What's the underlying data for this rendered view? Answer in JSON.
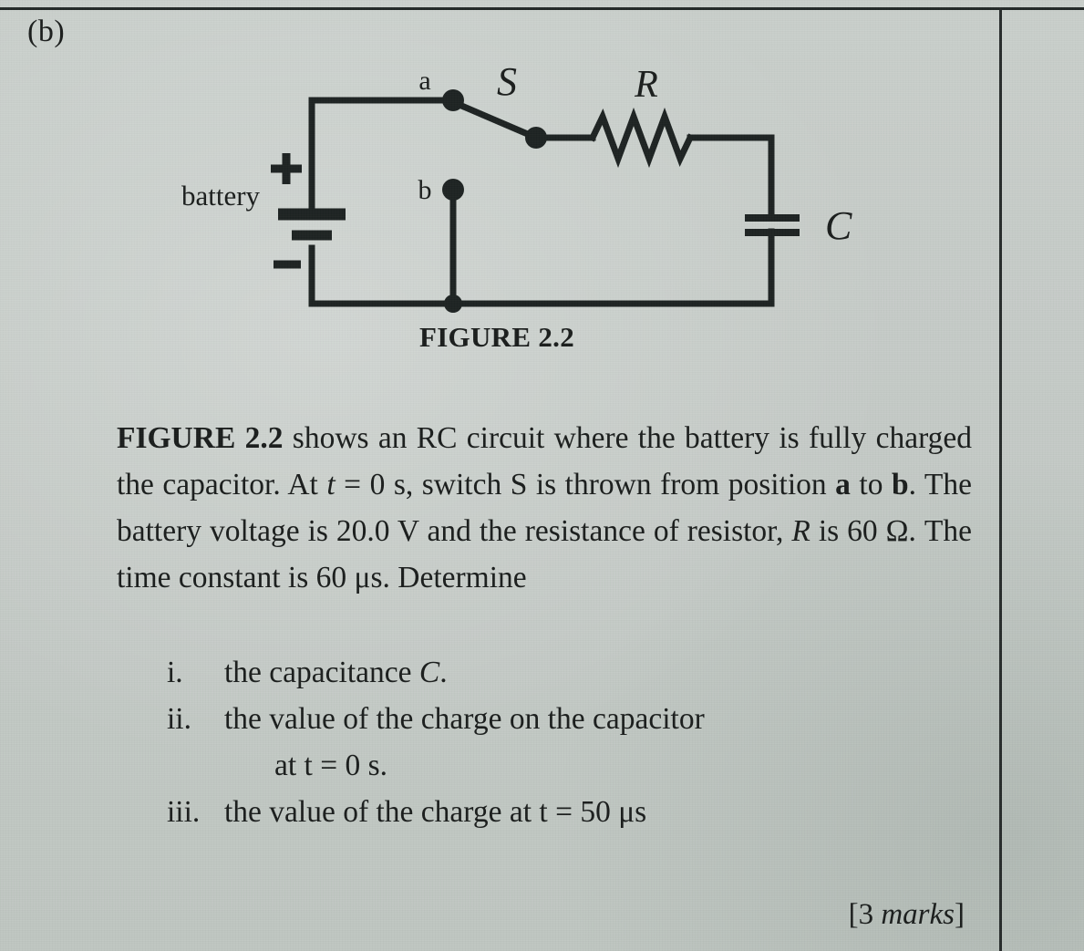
{
  "page": {
    "background_color": "#c6ccc8",
    "ink_color": "#1a1d1c",
    "part_label": "(b)"
  },
  "figure": {
    "caption": "FIGURE 2.2",
    "labels": {
      "battery": "battery",
      "plus": "+",
      "minus": "−",
      "node_a": "a",
      "node_b": "b",
      "switch": "S",
      "resistor": "R",
      "capacitor": "C"
    }
  },
  "question": {
    "paragraph_runs": [
      {
        "text": "FIGURE 2.2",
        "style": "bold"
      },
      {
        "text": " shows an RC circuit where the battery is fully charged the capacitor. At ",
        "style": "normal"
      },
      {
        "text": "t",
        "style": "italic"
      },
      {
        "text": " = 0 s, switch S is thrown from position ",
        "style": "normal"
      },
      {
        "text": "a",
        "style": "bold"
      },
      {
        "text": " to ",
        "style": "normal"
      },
      {
        "text": "b",
        "style": "bold"
      },
      {
        "text": ". The battery voltage is 20.0 V and the resistance of resistor, ",
        "style": "normal"
      },
      {
        "text": "R",
        "style": "italic"
      },
      {
        "text": " is 60 Ω. The time constant is 60 μs. Determine",
        "style": "normal"
      }
    ],
    "paragraph_plain": "FIGURE 2.2 shows an RC circuit where the battery is fully charged the capacitor. At t = 0 s, switch S is thrown from position a to b. The battery voltage is 20.0 V and the resistance of resistor, R is 60 Ω. The time constant is 60 μs. Determine",
    "items": [
      {
        "numeral": "i.",
        "text_runs": [
          {
            "text": "the capacitance ",
            "style": "normal"
          },
          {
            "text": "C",
            "style": "italic"
          },
          {
            "text": ".",
            "style": "normal"
          }
        ],
        "text_plain": "the capacitance C.",
        "continuation": ""
      },
      {
        "numeral": "ii.",
        "text_runs": [
          {
            "text": "the value of the charge on the capacitor",
            "style": "normal"
          }
        ],
        "text_plain": "the value of the charge on the capacitor",
        "continuation": "at t = 0 s."
      },
      {
        "numeral": "iii.",
        "text_runs": [
          {
            "text": "the value of the charge at t = 50 μs",
            "style": "normal"
          }
        ],
        "text_plain": "the value of the charge at t = 50 μs",
        "continuation": ""
      }
    ],
    "marks_bracket_open": "[",
    "marks_value": "3",
    "marks_word": "marks",
    "marks_bracket_close": "]"
  }
}
